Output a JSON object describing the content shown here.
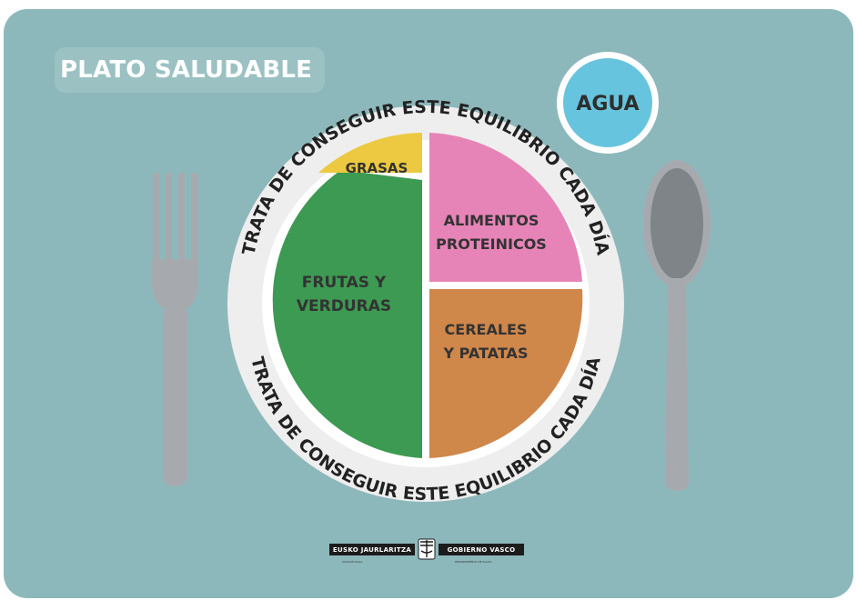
{
  "title": "PLATO SALUDABLE",
  "water": {
    "label": "AGUA"
  },
  "plate": {
    "ring_top": "TRATA DE CONSEGUIR ESTE EQUILIBRIO CADA DÍA",
    "ring_bottom": "TRATA DE CONSEGUIR ESTE EQUILIBRIO CADA DÍA",
    "segments": {
      "grasas": {
        "label": "GRASAS",
        "color": "#ecc940"
      },
      "frutas": {
        "line1": "FRUTAS Y",
        "line2": "VERDURAS",
        "color": "#3d9a52"
      },
      "proteinicos": {
        "line1": "ALIMENTOS",
        "line2": "PROTEINICOS",
        "color": "#e684b7"
      },
      "cereales": {
        "line1": "CEREALES",
        "line2": "Y PATATAS",
        "color": "#cf874a"
      }
    }
  },
  "logo": {
    "left": "EUSKO JAURLARITZA",
    "right": "GOBIERNO VASCO",
    "left_sub": "OSASUN SAILA",
    "right_sub": "DEPARTAMENTO DE SALUD"
  },
  "colors": {
    "placemat": "#8db8bb",
    "plate_rim": "#eeeeee",
    "cutlery": "#a4a8ac",
    "water": "#67c4de"
  }
}
